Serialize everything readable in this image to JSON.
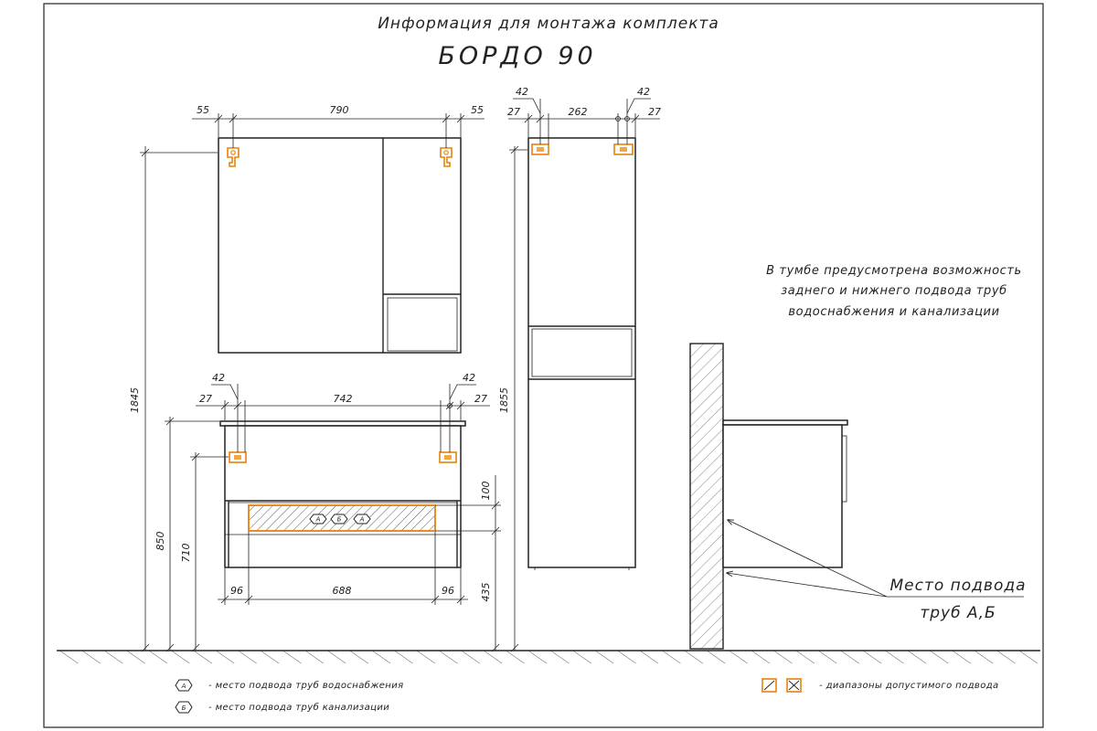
{
  "title": {
    "line1": "Информация для монтажа комплекта",
    "line2": "БОРДО 90"
  },
  "mirror_cabinet": {
    "dim_left": "55",
    "dim_width": "790",
    "dim_right": "55",
    "dim_height_total": "1845"
  },
  "column_cabinet": {
    "dim_top_a": "42",
    "dim_top_b": "42",
    "dim_left": "27",
    "dim_width": "262",
    "dim_right": "27",
    "dim_height": "1855"
  },
  "vanity": {
    "dim_top_a": "42",
    "dim_top_b": "42",
    "dim_left": "27",
    "dim_width": "742",
    "dim_right": "27",
    "dim_height_850": "850",
    "dim_height_710": "710",
    "dim_100": "100",
    "dim_435": "435",
    "dim_bottom_left": "96",
    "dim_bottom_mid": "688",
    "dim_bottom_right": "96",
    "markers": [
      "А",
      "Б",
      "А"
    ]
  },
  "note": {
    "line1": "В тумбе предусмотрена возможность",
    "line2": "заднего и нижнего подвода труб",
    "line3": "водоснабжения и канализации"
  },
  "callout": {
    "line1": "Место подвода",
    "line2": "труб А,Б"
  },
  "legend": {
    "item_a_symbol": "А",
    "item_a_text": "- место подвода труб водоснабжения",
    "item_b_symbol": "Б",
    "item_b_text": "- место подвода труб канализации",
    "range_text": "- диапазоны допустимого подвода"
  },
  "colors": {
    "accent": "#e8820c",
    "accent_fill": "#f4a640",
    "line": "#222222"
  }
}
